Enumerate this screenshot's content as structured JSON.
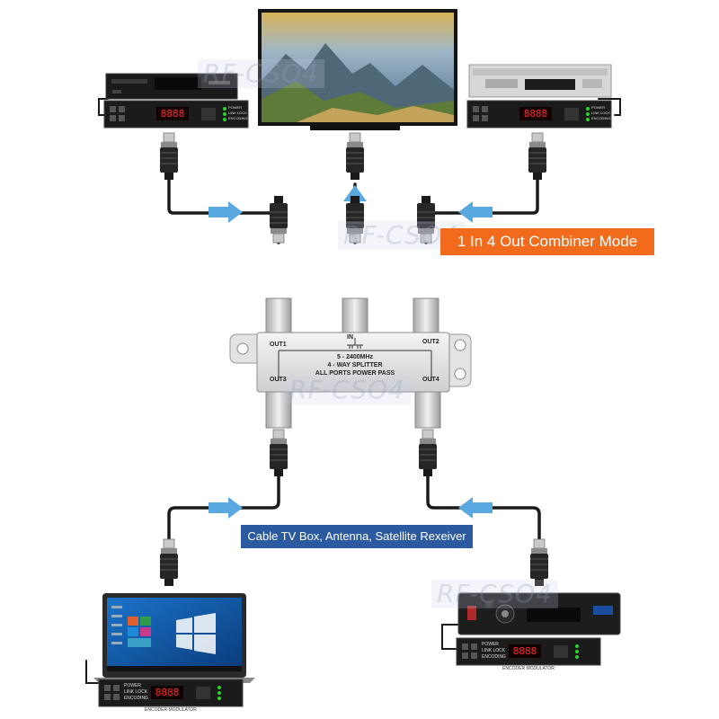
{
  "labels": {
    "combiner_mode": "1 In 4 Out Combiner Mode",
    "sources": "Cable TV Box, Antenna, Satellite Rexeiver"
  },
  "splitter": {
    "port_in": "IN",
    "port_out1": "OUT1",
    "port_out2": "OUT2",
    "port_out3": "OUT3",
    "port_out4": "OUT4",
    "freq": "5 - 2400MHz",
    "type": "4 - WAY SPLITTER",
    "note": "ALL PORTS POWER PASS"
  },
  "modulator": {
    "led_power": "POWER",
    "led_link": "LINK LOCK",
    "led_encoding": "ENCODING",
    "display": "8888",
    "title": "ENCODER MODULATOR"
  },
  "watermark": "RF-CSO4",
  "colors": {
    "orange": "#f26b1d",
    "blue": "#2c5aa0",
    "arrow": "#5aa8e0",
    "cable": "#1a1a1a",
    "display_red": "#ff2a2a"
  }
}
